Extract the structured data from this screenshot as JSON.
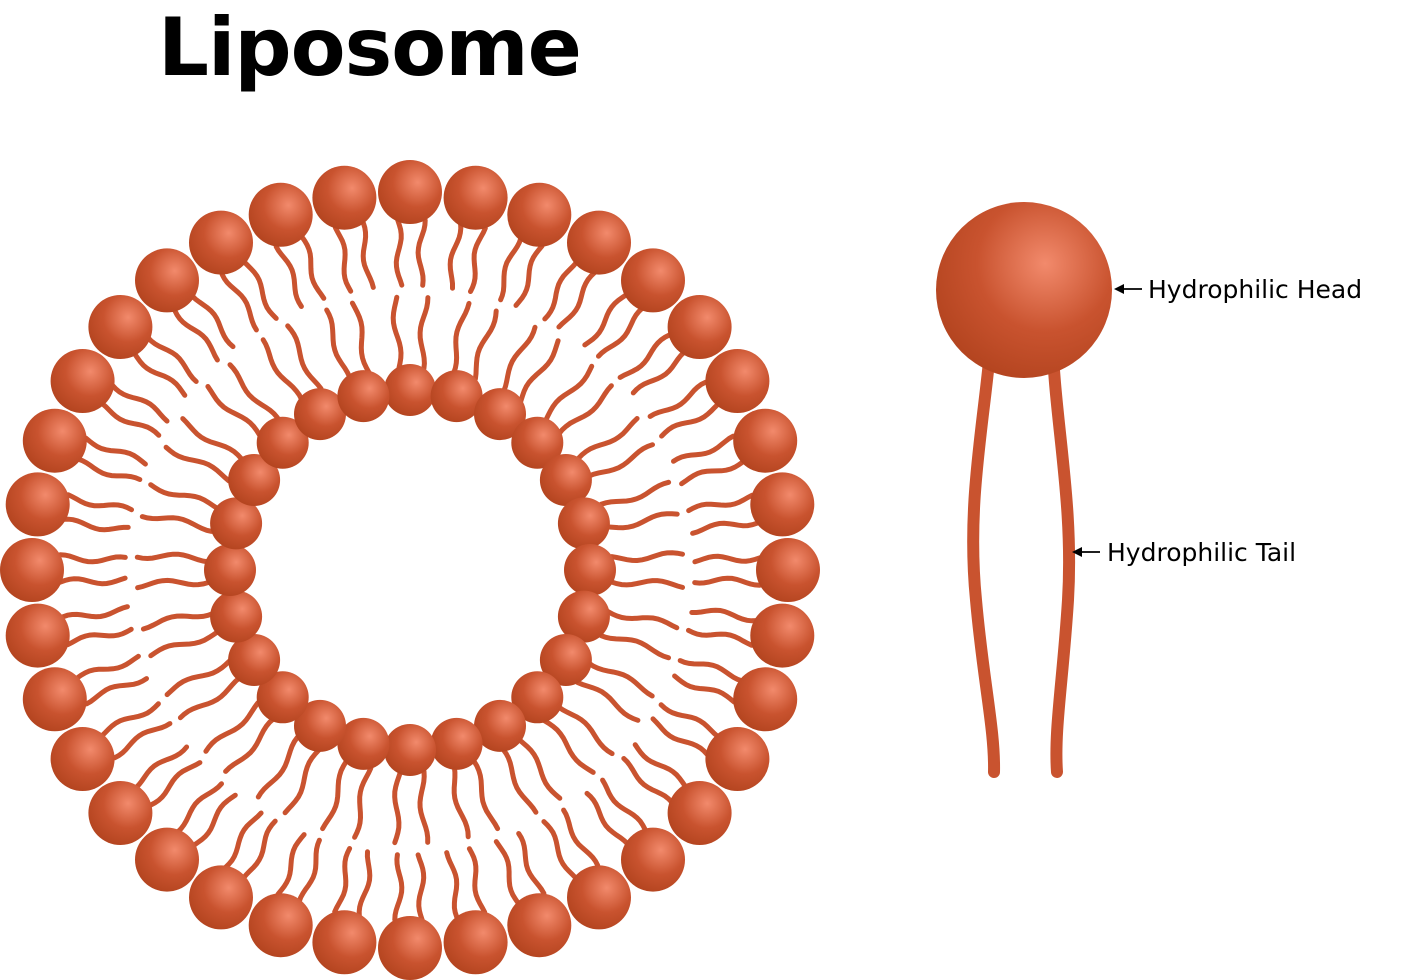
{
  "title": "Liposome",
  "labels": {
    "head": "Hydrophilic Head",
    "tail": "Hydrophilic Tail"
  },
  "colors": {
    "lipid": "#c9532f",
    "lipid_highlight": "#f28a6c",
    "lipid_dark": "#b3441f",
    "text": "#000000",
    "background": "#ffffff"
  },
  "liposome": {
    "outer_heads": 36,
    "inner_heads": 24
  }
}
